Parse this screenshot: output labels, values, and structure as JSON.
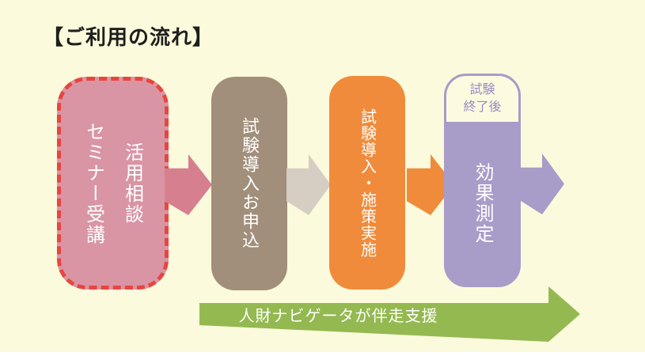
{
  "title": "【ご利用の流れ】",
  "flow": {
    "step1": {
      "line1": "活用相談",
      "line2": "セミナー受講"
    },
    "step2": {
      "label": "試験導入お申込"
    },
    "step3": {
      "label": "試験導入・施策実施"
    },
    "step4": {
      "badge_line1": "試験",
      "badge_line2": "終了後",
      "label": "効果測定"
    }
  },
  "banner": {
    "label": "人財ナビゲータが伴走支援"
  },
  "colors": {
    "background": "#FBFADC",
    "title_text": "#1E1E1C",
    "box_text": "#FFFFFF",
    "step1_fill": "#D995A4",
    "step1_border": "#E8453F",
    "step1_arrow": "#D6808F",
    "step2_fill": "#A18F7B",
    "step2_arrow": "#D6CEC2",
    "step3_fill": "#F08B3B",
    "step3_arrow": "#F08B3B",
    "step4_fill": "#A89CC8",
    "step4_badge_text": "#998BC2",
    "banner_fill": "#94B951"
  }
}
